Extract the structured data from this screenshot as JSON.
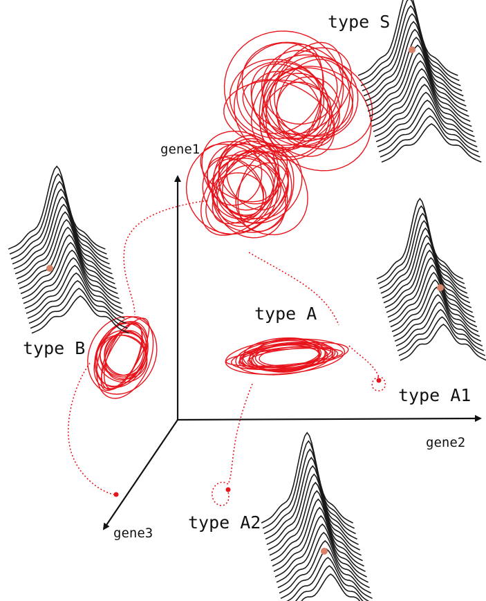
{
  "axes": {
    "gene1": "gene1",
    "gene2": "gene2",
    "gene3": "gene3"
  },
  "states": {
    "type_s": "type S",
    "type_a": "type A",
    "type_a1": "type A1",
    "type_a2": "type A2",
    "type_b": "type B"
  },
  "colors": {
    "trajectory": "#e8141c",
    "axis": "#111111",
    "landscape": "#1a1a1a",
    "marker": "#d9826a"
  }
}
